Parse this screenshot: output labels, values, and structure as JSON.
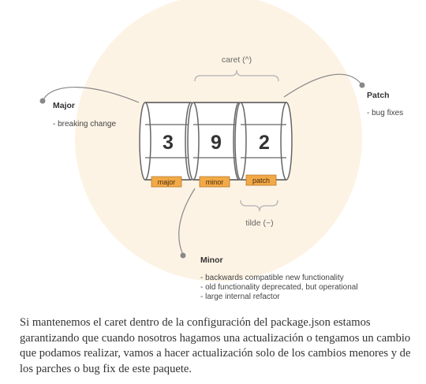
{
  "diagram": {
    "version_digits": {
      "major": "3",
      "minor": "9",
      "patch": "2"
    },
    "tags": {
      "major": "major",
      "minor": "minor",
      "patch": "patch"
    },
    "caret_label": "caret (^)",
    "tilde_label": "tilde (~)",
    "major": {
      "title": "Major",
      "items": [
        "- breaking change"
      ]
    },
    "patch": {
      "title": "Patch",
      "items": [
        "- bug fixes"
      ]
    },
    "minor": {
      "title": "Minor",
      "items": [
        "- backwards compatible new functionality",
        "- old functionality deprecated, but operational",
        "- large internal refactor"
      ]
    }
  },
  "caption": "Si mantenemos el caret dentro de la configuración del package.json estamos garantizando que cuando nosotros hagamos una actualización o tengamos un cambio que podamos realizar, vamos a hacer actualización solo de los cambios menores y de los parches o bug fix de este paquete.",
  "colors": {
    "circle": "#fdf3e4",
    "tag": "#f2a947",
    "ink": "#333333",
    "muted": "#999999"
  }
}
